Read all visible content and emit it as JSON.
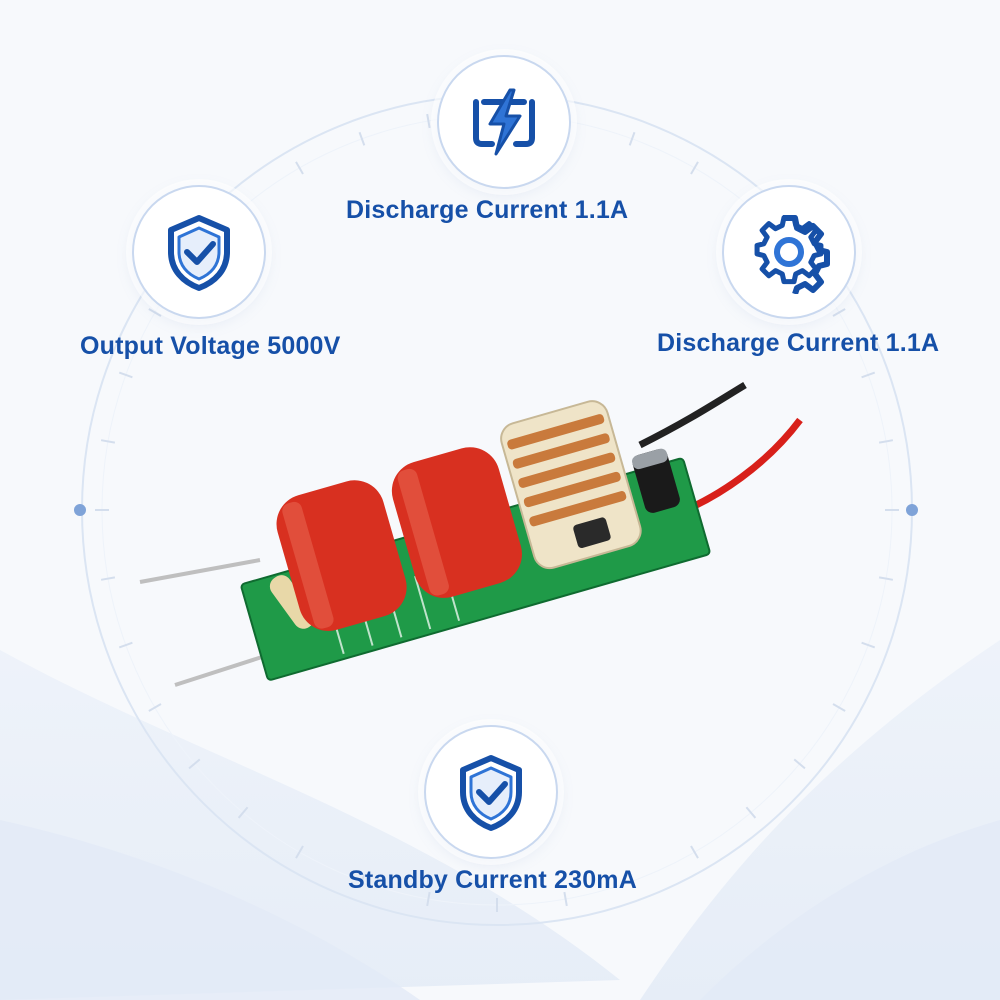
{
  "features": [
    {
      "icon": "lightning-icon",
      "label": "Discharge Current 1.1A"
    },
    {
      "icon": "shield-check-icon",
      "label": "Output Voltage 5000V"
    },
    {
      "icon": "gear-icon",
      "label": "Discharge Current 1.1A"
    },
    {
      "icon": "shield-check-icon",
      "label": "Standby Current 230mA"
    }
  ],
  "colors": {
    "accent": "#1650a8",
    "ring": "#c9d8ef",
    "background": "#f7f9fc",
    "pcb": "#1f9a48",
    "capacitor": "#d83020",
    "coil": "#c97a3c"
  },
  "product": "high-voltage-generator-module"
}
